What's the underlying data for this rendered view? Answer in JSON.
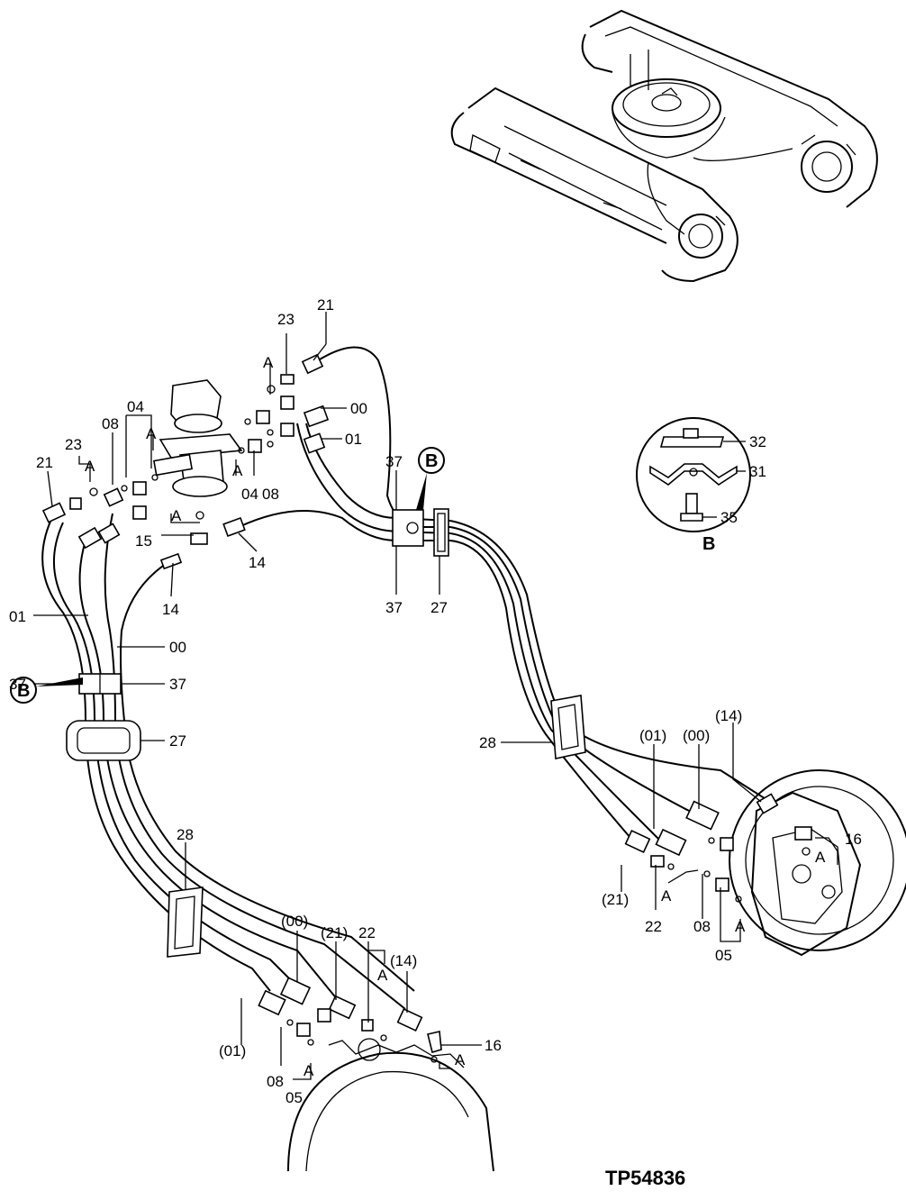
{
  "diagram": {
    "drawing_code": "TP54836",
    "detail_title": "B",
    "labels": {
      "l21_top": "21",
      "l23_top": "23",
      "lA_top": "A",
      "l00_top": "00",
      "l01_top": "01",
      "l04": "04",
      "l08_upper": "08",
      "l23_left": "23",
      "lA_left": "A",
      "l21_left": "21",
      "lA_mid": "A",
      "l04_lower": "04",
      "l08_lower": "08",
      "lA_lower": "A",
      "lA_15": "A",
      "l15": "15",
      "l14_mid": "14",
      "l14_left": "14",
      "l37_top": "37",
      "l37_bottom": "37",
      "l27_mid": "27",
      "lB_callout_top": "B",
      "l01_left": "01",
      "l00_left": "00",
      "l37_left_a": "37",
      "l37_left_b": "37",
      "lB_callout_left": "B",
      "l27_left": "27",
      "l28_left": "28",
      "l28_right": "28",
      "l32": "32",
      "l31": "31",
      "l35": "35",
      "lp01_right": "(01)",
      "lp00_right": "(00)",
      "lp14_right": "(14)",
      "l16_right": "16",
      "lA_16r": "A",
      "lp21_right": "(21)",
      "lA_22r": "A",
      "l22_right": "22",
      "l08_right": "08",
      "lA_05r": "A",
      "l05_right": "05",
      "lp00_bottom": "(00)",
      "lp21_bottom": "(21)",
      "l22_bottom": "22",
      "lp14_bottom": "(14)",
      "lA_22b": "A",
      "l16_bottom": "16",
      "lA_16b": "A",
      "lp01_bottom": "(01)",
      "l08_bottom": "08",
      "lA_05b": "A",
      "l05_bottom": "05"
    }
  }
}
